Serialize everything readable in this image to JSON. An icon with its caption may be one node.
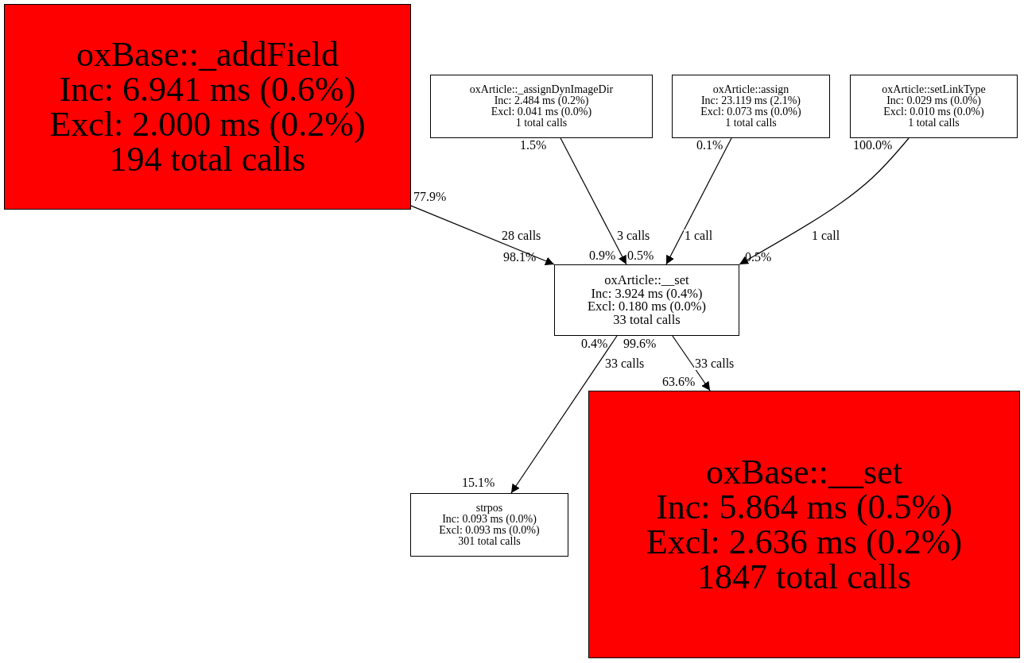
{
  "diagram": {
    "nodes": [
      {
        "text": [
          "oxBase::_addField",
          "Inc: 6.941 ms (0.6%)",
          "Excl: 2.000 ms (0.2%)",
          "194 total calls"
        ]
      },
      {
        "text": [
          "oxArticle::_assignDynImageDir",
          "Inc: 2.484 ms (0.2%)",
          "Excl: 0.041 ms (0.0%)",
          "1 total calls"
        ]
      },
      {
        "text": [
          "oxArticle::assign",
          "Inc: 23.119 ms (2.1%)",
          "Excl: 0.073 ms (0.0%)",
          "1 total calls"
        ]
      },
      {
        "text": [
          "oxArticle::setLinkType",
          "Inc: 0.029 ms (0.0%)",
          "Excl: 0.010 ms (0.0%)",
          "1 total calls"
        ]
      },
      {
        "text": [
          "oxArticle::__set",
          "Inc: 3.924 ms (0.4%)",
          "Excl: 0.180 ms (0.0%)",
          "33 total calls"
        ]
      },
      {
        "text": [
          "strpos",
          "Inc: 0.093 ms (0.0%)",
          "Excl: 0.093 ms (0.0%)",
          "301 total calls"
        ]
      },
      {
        "text": [
          "oxBase::__set",
          "Inc: 5.864 ms (0.5%)",
          "Excl: 2.636 ms (0.2%)",
          "1847 total calls"
        ]
      }
    ],
    "edges": [
      {
        "from": 0,
        "to": 4,
        "arrow": "to",
        "label": "28 calls"
      },
      {
        "from": 1,
        "to": 4,
        "arrow": "to",
        "label": "3 calls"
      },
      {
        "from": 2,
        "to": 4,
        "arrow": "to",
        "label": "1 call"
      },
      {
        "from": 3,
        "to": 4,
        "arrow": "to",
        "label": "1 call"
      },
      {
        "from": 4,
        "to": 5,
        "arrow": "to",
        "label": "33 calls"
      },
      {
        "from": 4,
        "to": 6,
        "arrow": "to",
        "label": "33 calls"
      }
    ],
    "labels": [
      "1.5%",
      "0.1%",
      "100.0%",
      "77.9%",
      "98.1%",
      "0.9%",
      "0.5%",
      "0.5%",
      "0.4%",
      "99.6%",
      "63.6%",
      "15.1%"
    ]
  }
}
